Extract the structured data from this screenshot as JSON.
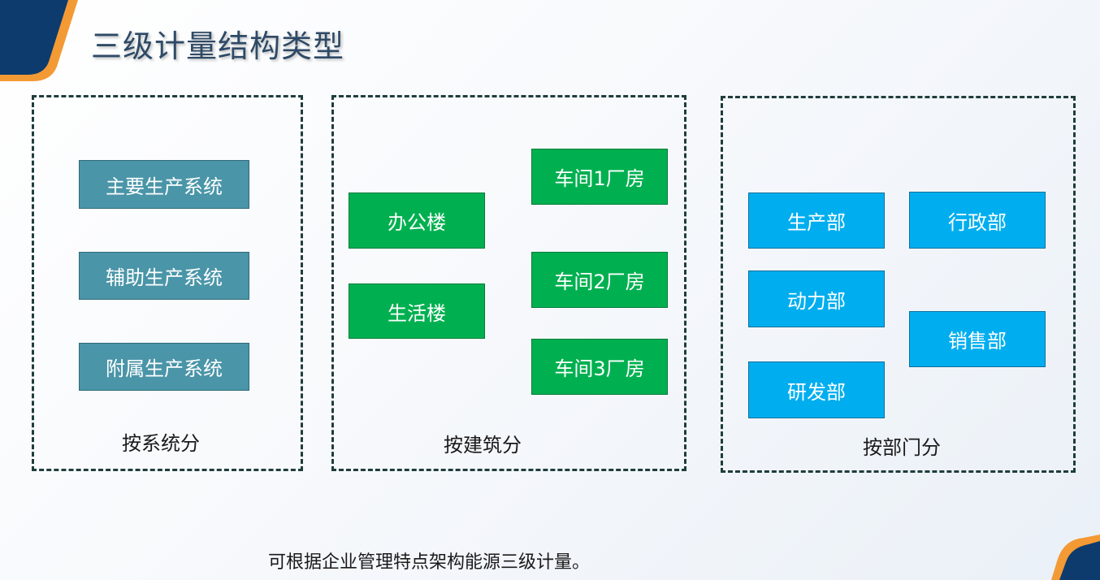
{
  "title": "三级计量结构类型",
  "groups": [
    {
      "caption": "按系统分",
      "items": [
        "主要生产系统",
        "辅助生产系统",
        "附属生产系统"
      ]
    },
    {
      "caption": "按建筑分",
      "left_items": [
        "办公楼",
        "生活楼"
      ],
      "right_items": [
        "车间1厂房",
        "车间2厂房",
        "车间3厂房"
      ]
    },
    {
      "caption": "按部门分",
      "left_items": [
        "生产部",
        "动力部",
        "研发部"
      ],
      "right_items": [
        "行政部",
        "销售部"
      ]
    }
  ],
  "footer": "可根据企业管理特点架构能源三级计量。",
  "colors": {
    "title": "#2e4a66",
    "system_box": "#4a95a8",
    "building_box": "#00b050",
    "department_box": "#00aeef",
    "dashed_border": "#1f3d3d",
    "accent_navy": "#0d3b6e",
    "accent_orange": "#f39a35"
  }
}
